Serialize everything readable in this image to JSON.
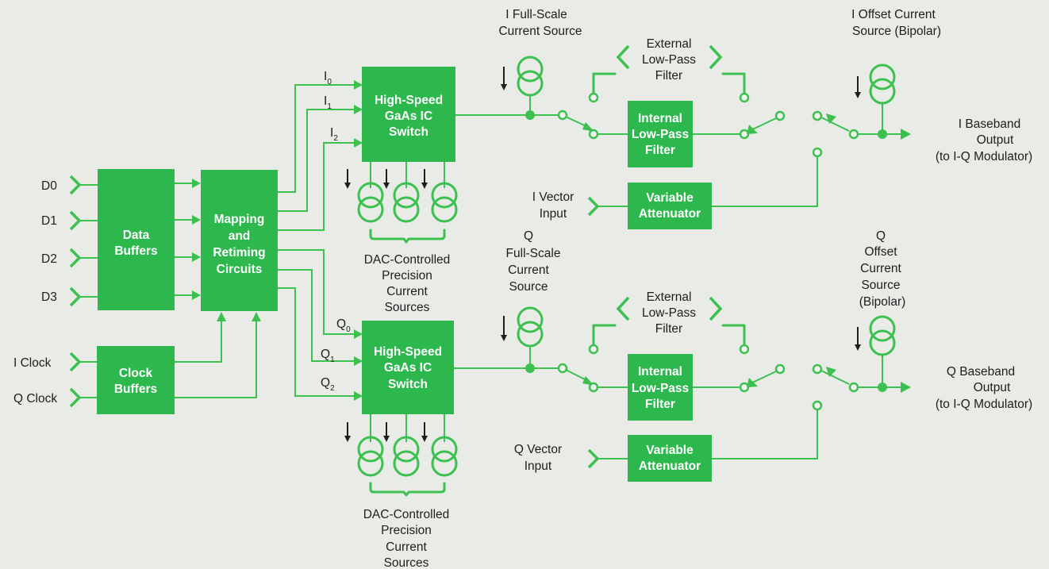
{
  "inputs": {
    "d0": "D0",
    "d1": "D1",
    "d2": "D2",
    "d3": "D3",
    "i_clock": "I Clock",
    "q_clock": "Q Clock"
  },
  "blocks": {
    "data_buffers": [
      "Data",
      "Buffers"
    ],
    "clock_buffers": [
      "Clock",
      "Buffers"
    ],
    "mapping": [
      "Mapping",
      "and",
      "Retiming",
      "Circuits"
    ],
    "switch": [
      "High-Speed",
      "GaAs IC",
      "Switch"
    ],
    "internal_lpf": [
      "Internal",
      "Low-Pass",
      "Filter"
    ],
    "variable_attenuator": [
      "Variable",
      "Attenuator"
    ]
  },
  "i_path": {
    "currents": [
      {
        "base": "I",
        "sub": "0"
      },
      {
        "base": "I",
        "sub": "1"
      },
      {
        "base": "I",
        "sub": "2"
      }
    ],
    "full_scale_source": [
      "I Full-Scale",
      "Current Source"
    ],
    "dac_sources": [
      "DAC-Controlled",
      "Precision",
      "Current",
      "Sources"
    ],
    "external_filter": [
      "External",
      "Low-Pass",
      "Filter"
    ],
    "vector_input": [
      "I Vector",
      "Input"
    ],
    "offset_source": [
      "I Offset Current",
      "Source (Bipolar)"
    ],
    "output": [
      "I Baseband",
      "Output",
      "(to I-Q Modulator)"
    ]
  },
  "q_path": {
    "currents": [
      {
        "base": "Q",
        "sub": "0"
      },
      {
        "base": "Q",
        "sub": "1"
      },
      {
        "base": "Q",
        "sub": "2"
      }
    ],
    "full_scale_source": [
      "Q",
      "Full-Scale",
      "Current",
      "Source"
    ],
    "dac_sources": [
      "DAC-Controlled",
      "Precision",
      "Current",
      "Sources"
    ],
    "external_filter": [
      "External",
      "Low-Pass",
      "Filter"
    ],
    "vector_input": [
      "Q Vector",
      "Input"
    ],
    "offset_source": [
      "Q",
      "Offset",
      "Current",
      "Source",
      "(Bipolar)"
    ],
    "output": [
      "Q Baseband",
      "Output",
      "(to I-Q Modulator)"
    ]
  },
  "colors": {
    "block_green": "#2db84e",
    "wire_green": "#3cc050",
    "background": "#e9ebe6",
    "text": "#1e1e1e"
  }
}
